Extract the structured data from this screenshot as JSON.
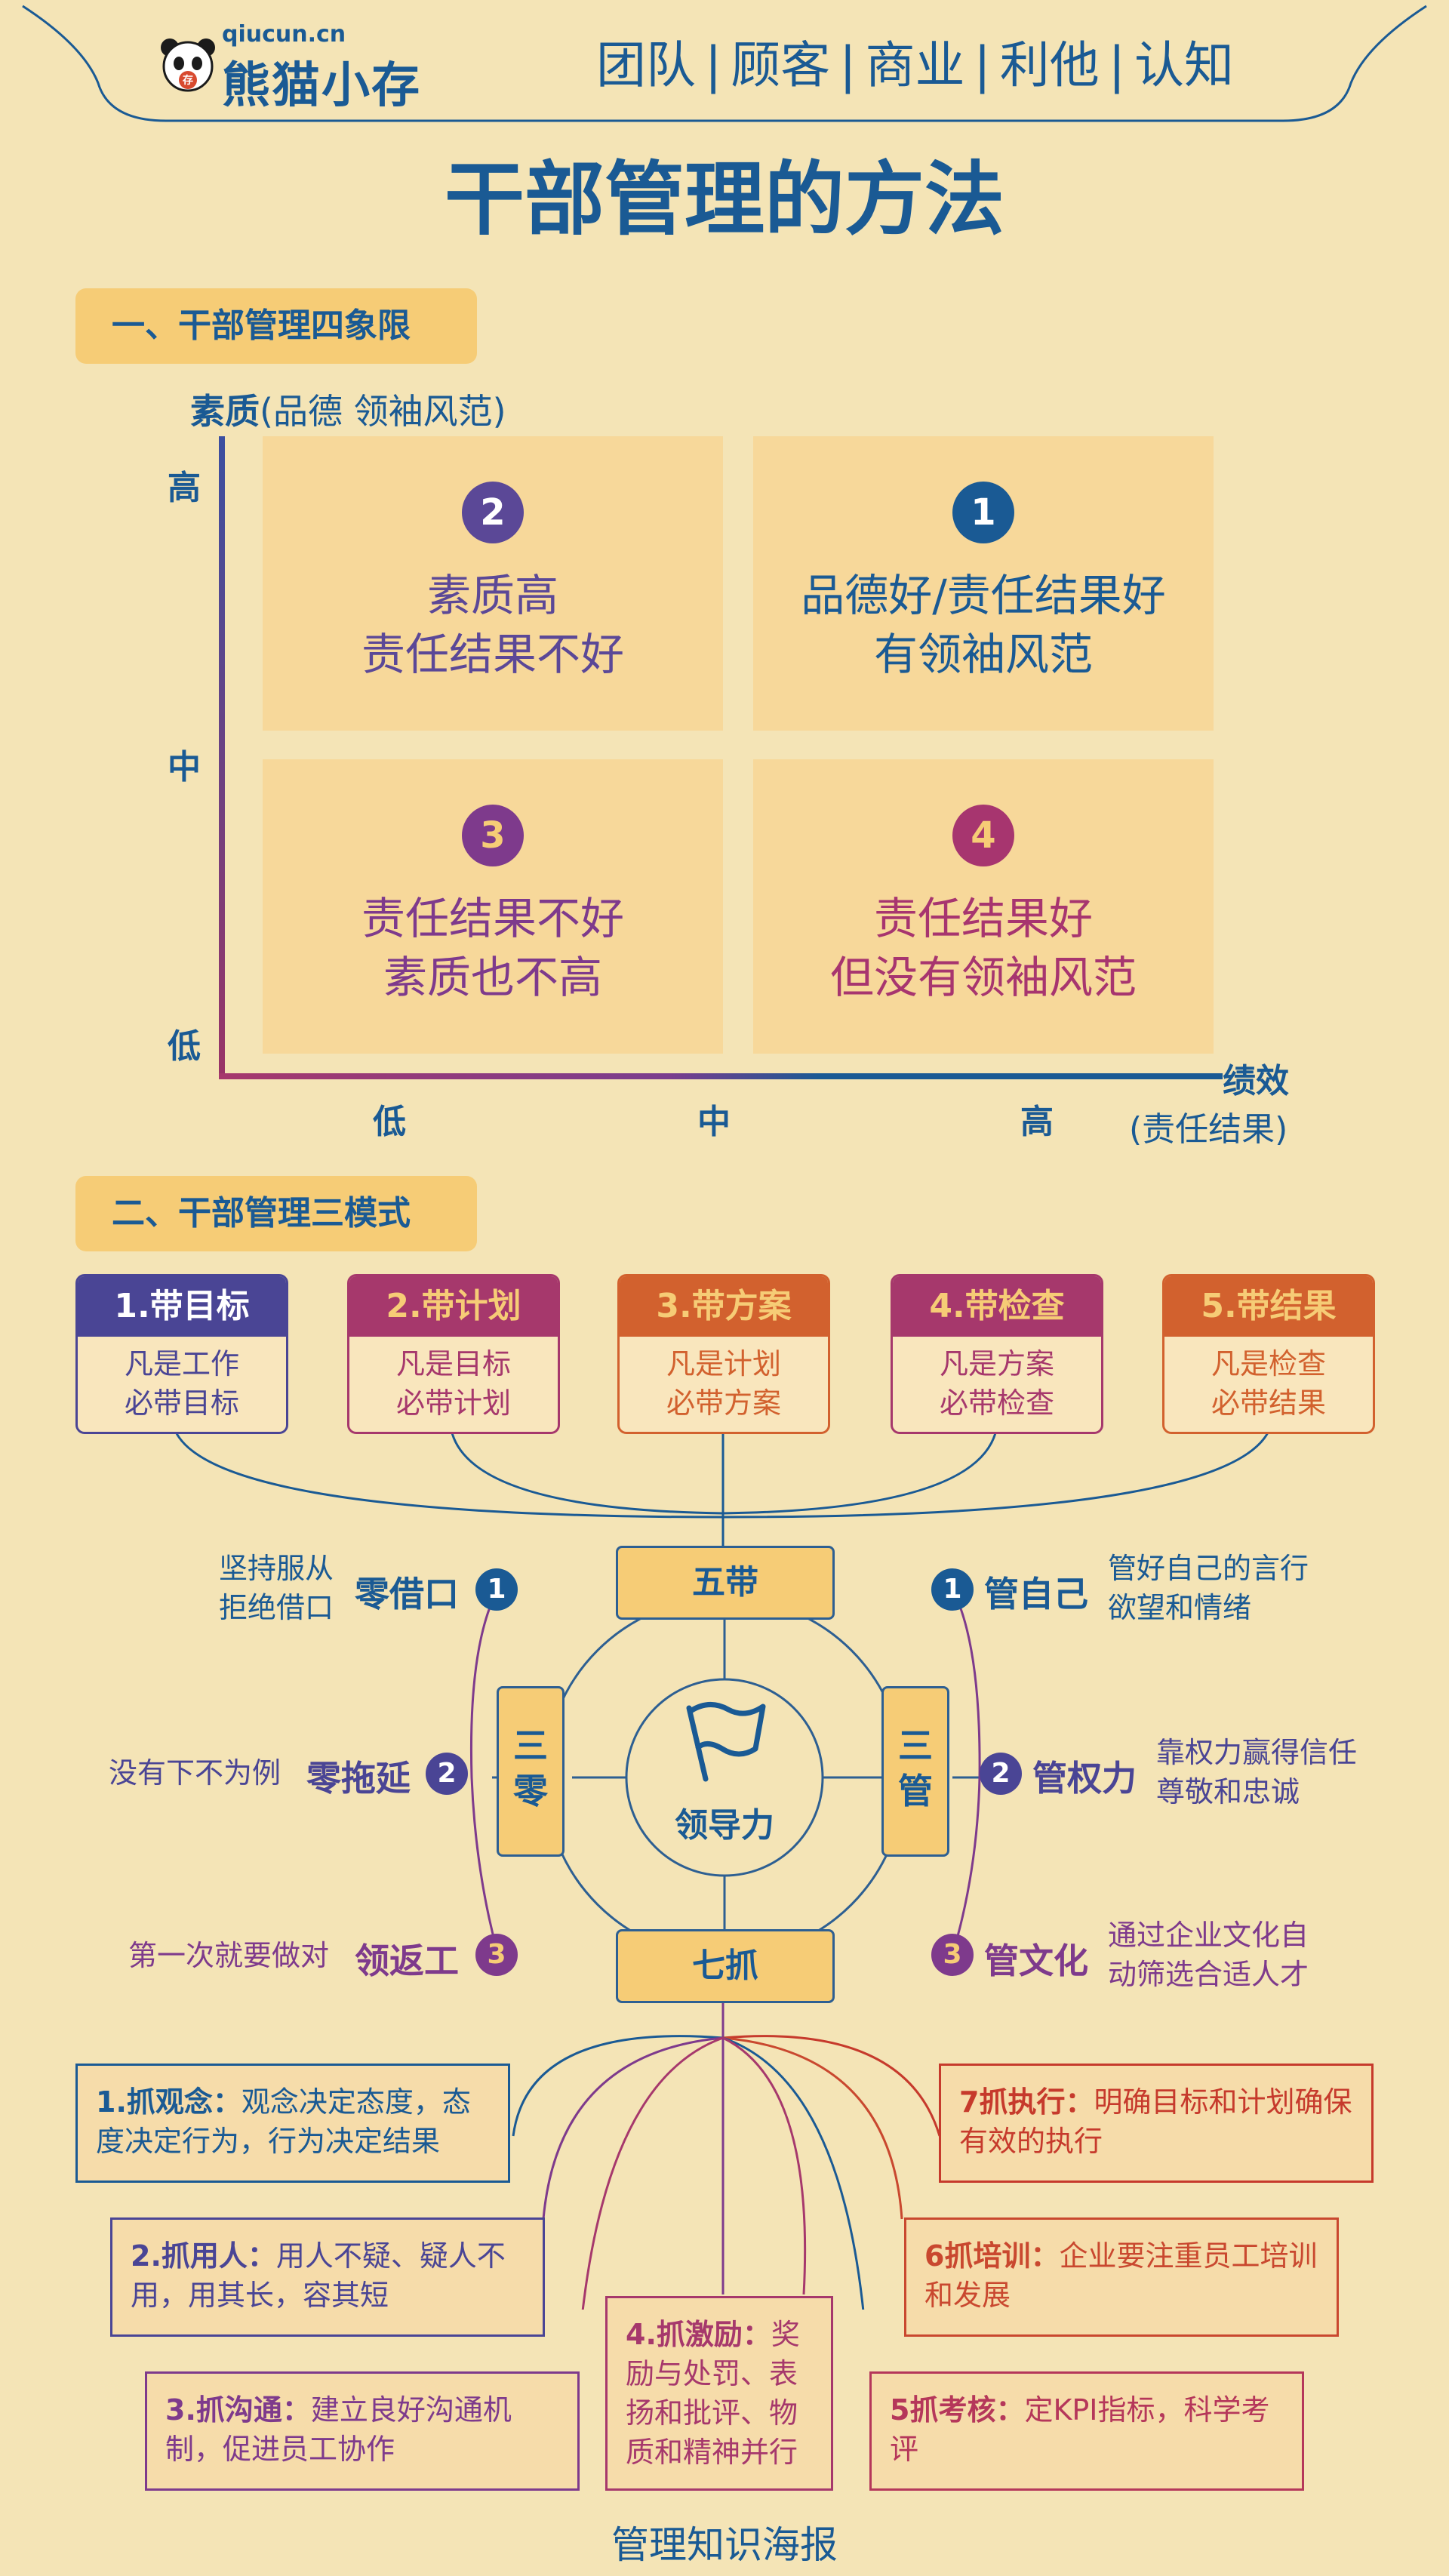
{
  "header": {
    "logo_url": "qiucun.cn",
    "logo_name": "熊猫小存",
    "logo_badge": "存",
    "nav": [
      "团队",
      "|",
      "顾客",
      "|",
      "商业",
      "|",
      "利他",
      "|",
      "认知"
    ]
  },
  "title": "干部管理的方法",
  "section1": {
    "heading": "一、干部管理四象限",
    "y_axis_title": "素质",
    "y_axis_sub": "(品德 领袖风范)",
    "y_ticks": [
      "高",
      "中",
      "低"
    ],
    "x_ticks": [
      "低",
      "中",
      "高"
    ],
    "x_axis_title": "绩效",
    "x_axis_sub": "(责任结果)",
    "quadrants": [
      {
        "num": "2",
        "text": "素质高\n责任结果不好",
        "color": "#5b4897"
      },
      {
        "num": "1",
        "text": "品德好/责任结果好\n有领袖风范",
        "color": "#1a5a94"
      },
      {
        "num": "3",
        "text": "责任结果不好\n素质也不高",
        "color": "#7e3a8c"
      },
      {
        "num": "4",
        "text": "责任结果好\n但没有领袖风范",
        "color": "#a7356f"
      }
    ]
  },
  "section2": {
    "heading": "二、干部管理三模式",
    "modes": [
      {
        "title": "1.带目标",
        "desc": "凡是工作\n必带目标",
        "color": "#4a4595"
      },
      {
        "title": "2.带计划",
        "desc": "凡是目标\n必带计划",
        "color": "#a6386c"
      },
      {
        "title": "3.带方案",
        "desc": "凡是计划\n必带方案",
        "color": "#d2612e"
      },
      {
        "title": "4.带检查",
        "desc": "凡是方案\n必带检查",
        "color": "#a6386c"
      },
      {
        "title": "5.带结果",
        "desc": "凡是检查\n必带结果",
        "color": "#d2612e"
      }
    ],
    "hub_top": "五带",
    "hub_bottom": "七抓",
    "hub_left": [
      "三",
      "零"
    ],
    "hub_right": [
      "三",
      "管"
    ],
    "center": "领导力",
    "left_items": [
      {
        "num": "1",
        "label": "零借口",
        "desc": "坚持服从\n拒绝借口"
      },
      {
        "num": "2",
        "label": "零拖延",
        "desc": "没有下不为例"
      },
      {
        "num": "3",
        "label": "领返工",
        "desc": "第一次就要做对"
      }
    ],
    "right_items": [
      {
        "num": "1",
        "label": "管自己",
        "desc": "管好自己的言行\n欲望和情绪"
      },
      {
        "num": "2",
        "label": "管权力",
        "desc": "靠权力赢得信任\n尊敬和忠诚"
      },
      {
        "num": "3",
        "label": "管文化",
        "desc": "通过企业文化自\n动筛选合适人才"
      }
    ],
    "grabs": [
      {
        "title": "1.抓观念：",
        "text": "观念决定态度，态度决定行为，行为决定结果",
        "color": "#1a5a94"
      },
      {
        "title": "2.抓用人：",
        "text": "用人不疑、疑人不用，用其长，容其短",
        "color": "#4a4595"
      },
      {
        "title": "3.抓沟通：",
        "text": "建立良好沟通机制，促进员工协作",
        "color": "#7e3a8c"
      },
      {
        "title": "4.抓激励：",
        "text": "奖励与处罚、表扬和批评、物质和精神并行",
        "color": "#a6386c"
      },
      {
        "title": "5抓考核：",
        "text": "定KPI指标，科学考评",
        "color": "#b5375a"
      },
      {
        "title": "6抓培训：",
        "text": "企业要注重员工培训和发展",
        "color": "#c9482f"
      },
      {
        "title": "7抓执行：",
        "text": "明确目标和计划确保有效的执行",
        "color": "#c63a2c"
      }
    ]
  },
  "footer": "管理知识海报"
}
